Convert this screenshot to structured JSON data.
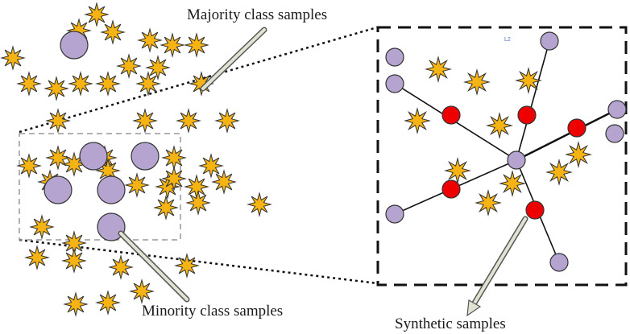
{
  "labels": {
    "majority": "Majority class samples",
    "minority": "Minority class samples",
    "synthetic": "Synthetic samples",
    "tiny_mark": "L2"
  },
  "colors": {
    "majority_fill": "#f5b414",
    "minority_fill": "#b4a4cf",
    "synthetic_fill": "#ee0000",
    "outline": "#333333"
  },
  "legend_icons": [
    "star-icon",
    "circle-icon"
  ]
}
